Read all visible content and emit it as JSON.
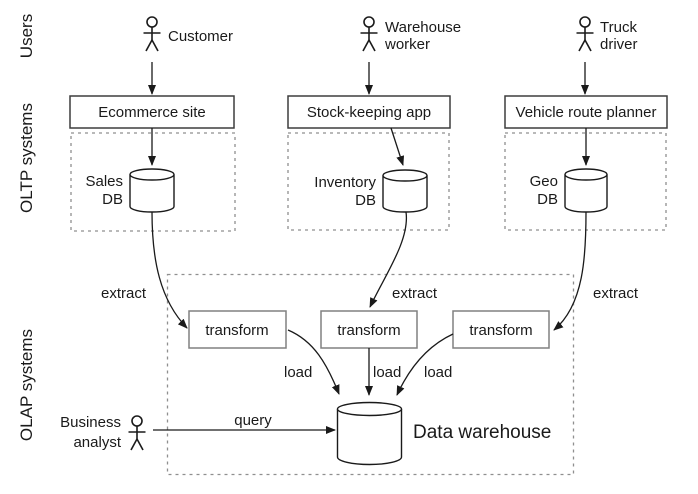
{
  "colors": {
    "background": "#ffffff",
    "line": "#1a1a1a",
    "text": "#1a1a1a",
    "app_box_border": "#3d3d3d",
    "transform_box_border": "#808080",
    "dashed_border": "#8f8f8f"
  },
  "side_labels": {
    "users": "Users",
    "oltp": "OLTP systems",
    "olap": "OLAP systems"
  },
  "columns": [
    {
      "actor_lines": [
        "Customer"
      ],
      "app": "Ecommerce site",
      "db_lines": [
        "Sales",
        "DB"
      ],
      "extract_label": "extract",
      "transform_label": "transform",
      "load_label": "load"
    },
    {
      "actor_lines": [
        "Warehouse",
        "worker"
      ],
      "app": "Stock-keeping app",
      "db_lines": [
        "Inventory",
        "DB"
      ],
      "extract_label": "extract",
      "transform_label": "transform",
      "load_label": "load"
    },
    {
      "actor_lines": [
        "Truck",
        "driver"
      ],
      "app": "Vehicle route planner",
      "db_lines": [
        "Geo",
        "DB"
      ],
      "extract_label": "extract",
      "transform_label": "transform",
      "load_label": "load"
    }
  ],
  "analyst": {
    "name_lines": [
      "Business",
      "analyst"
    ],
    "query_label": "query"
  },
  "warehouse_label": "Data warehouse"
}
